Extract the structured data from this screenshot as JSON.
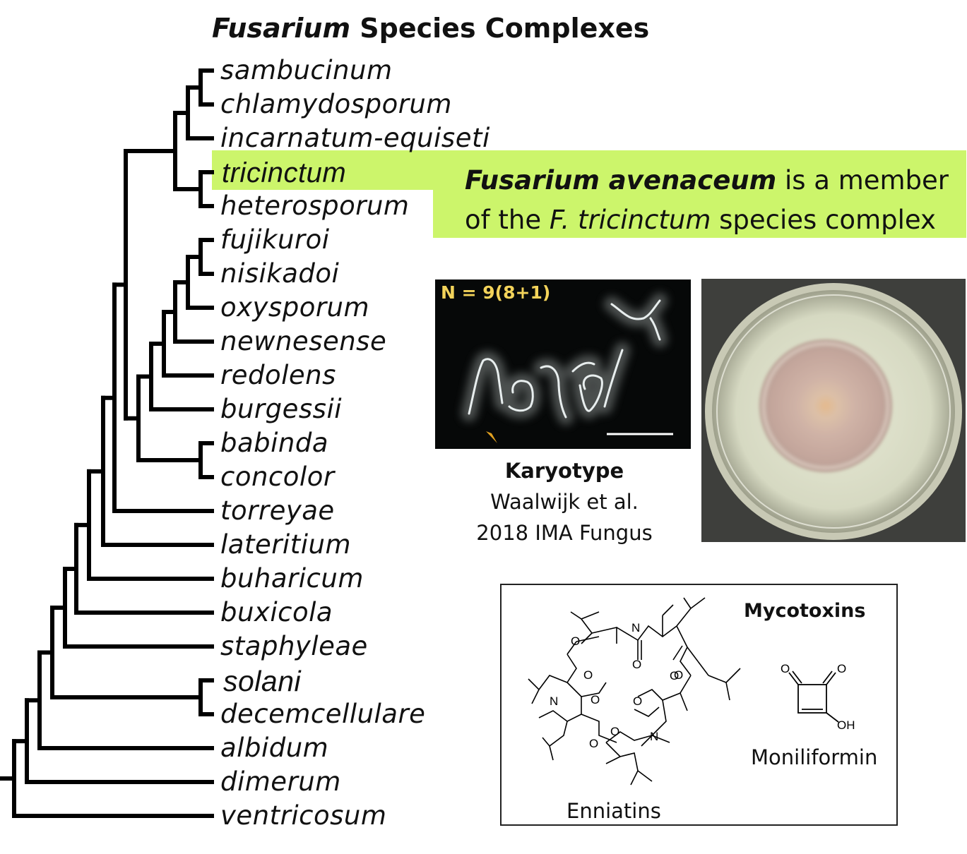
{
  "title": {
    "genus": "Fusarium",
    "rest": " Species Complexes"
  },
  "species": [
    "sambucinum",
    "chlamydosporum",
    "incarnatum-equiseti",
    "tricinctum",
    "heterosporum",
    "fujikuroi",
    "nisikadoi",
    "oxysporum",
    "newnesense",
    "redolens",
    "burgessii",
    "babinda",
    "concolor",
    "torreyae",
    "lateritium",
    "buharicum",
    "buxicola",
    "staphyleae",
    "solani",
    "decemcellulare",
    "albidum",
    "dimerum",
    "ventricosum"
  ],
  "highlighted_species": "tricinctum",
  "callout": {
    "line1_bold": "Fusarium avenaceum",
    "line1_rest": " is a member",
    "line2_pre": "of the ",
    "line2_ital": "F. tricinctum",
    "line2_post": " species complex"
  },
  "karyotype": {
    "chromosome_label": "N = 9(8+1)",
    "caption_title": "Karyotype",
    "caption_line2": "Waalwijk et al.",
    "caption_line3": "2018 IMA Fungus"
  },
  "mycotoxins": {
    "title": "Mycotoxins",
    "compound1": "Enniatins",
    "compound2": "Moniliformin",
    "atom_O": "O",
    "atom_N": "N",
    "atom_OH": "OH"
  },
  "colors": {
    "highlight": "#ccf56b",
    "karyotype_label": "#f3d35a",
    "arrowhead": "#e0a020"
  }
}
